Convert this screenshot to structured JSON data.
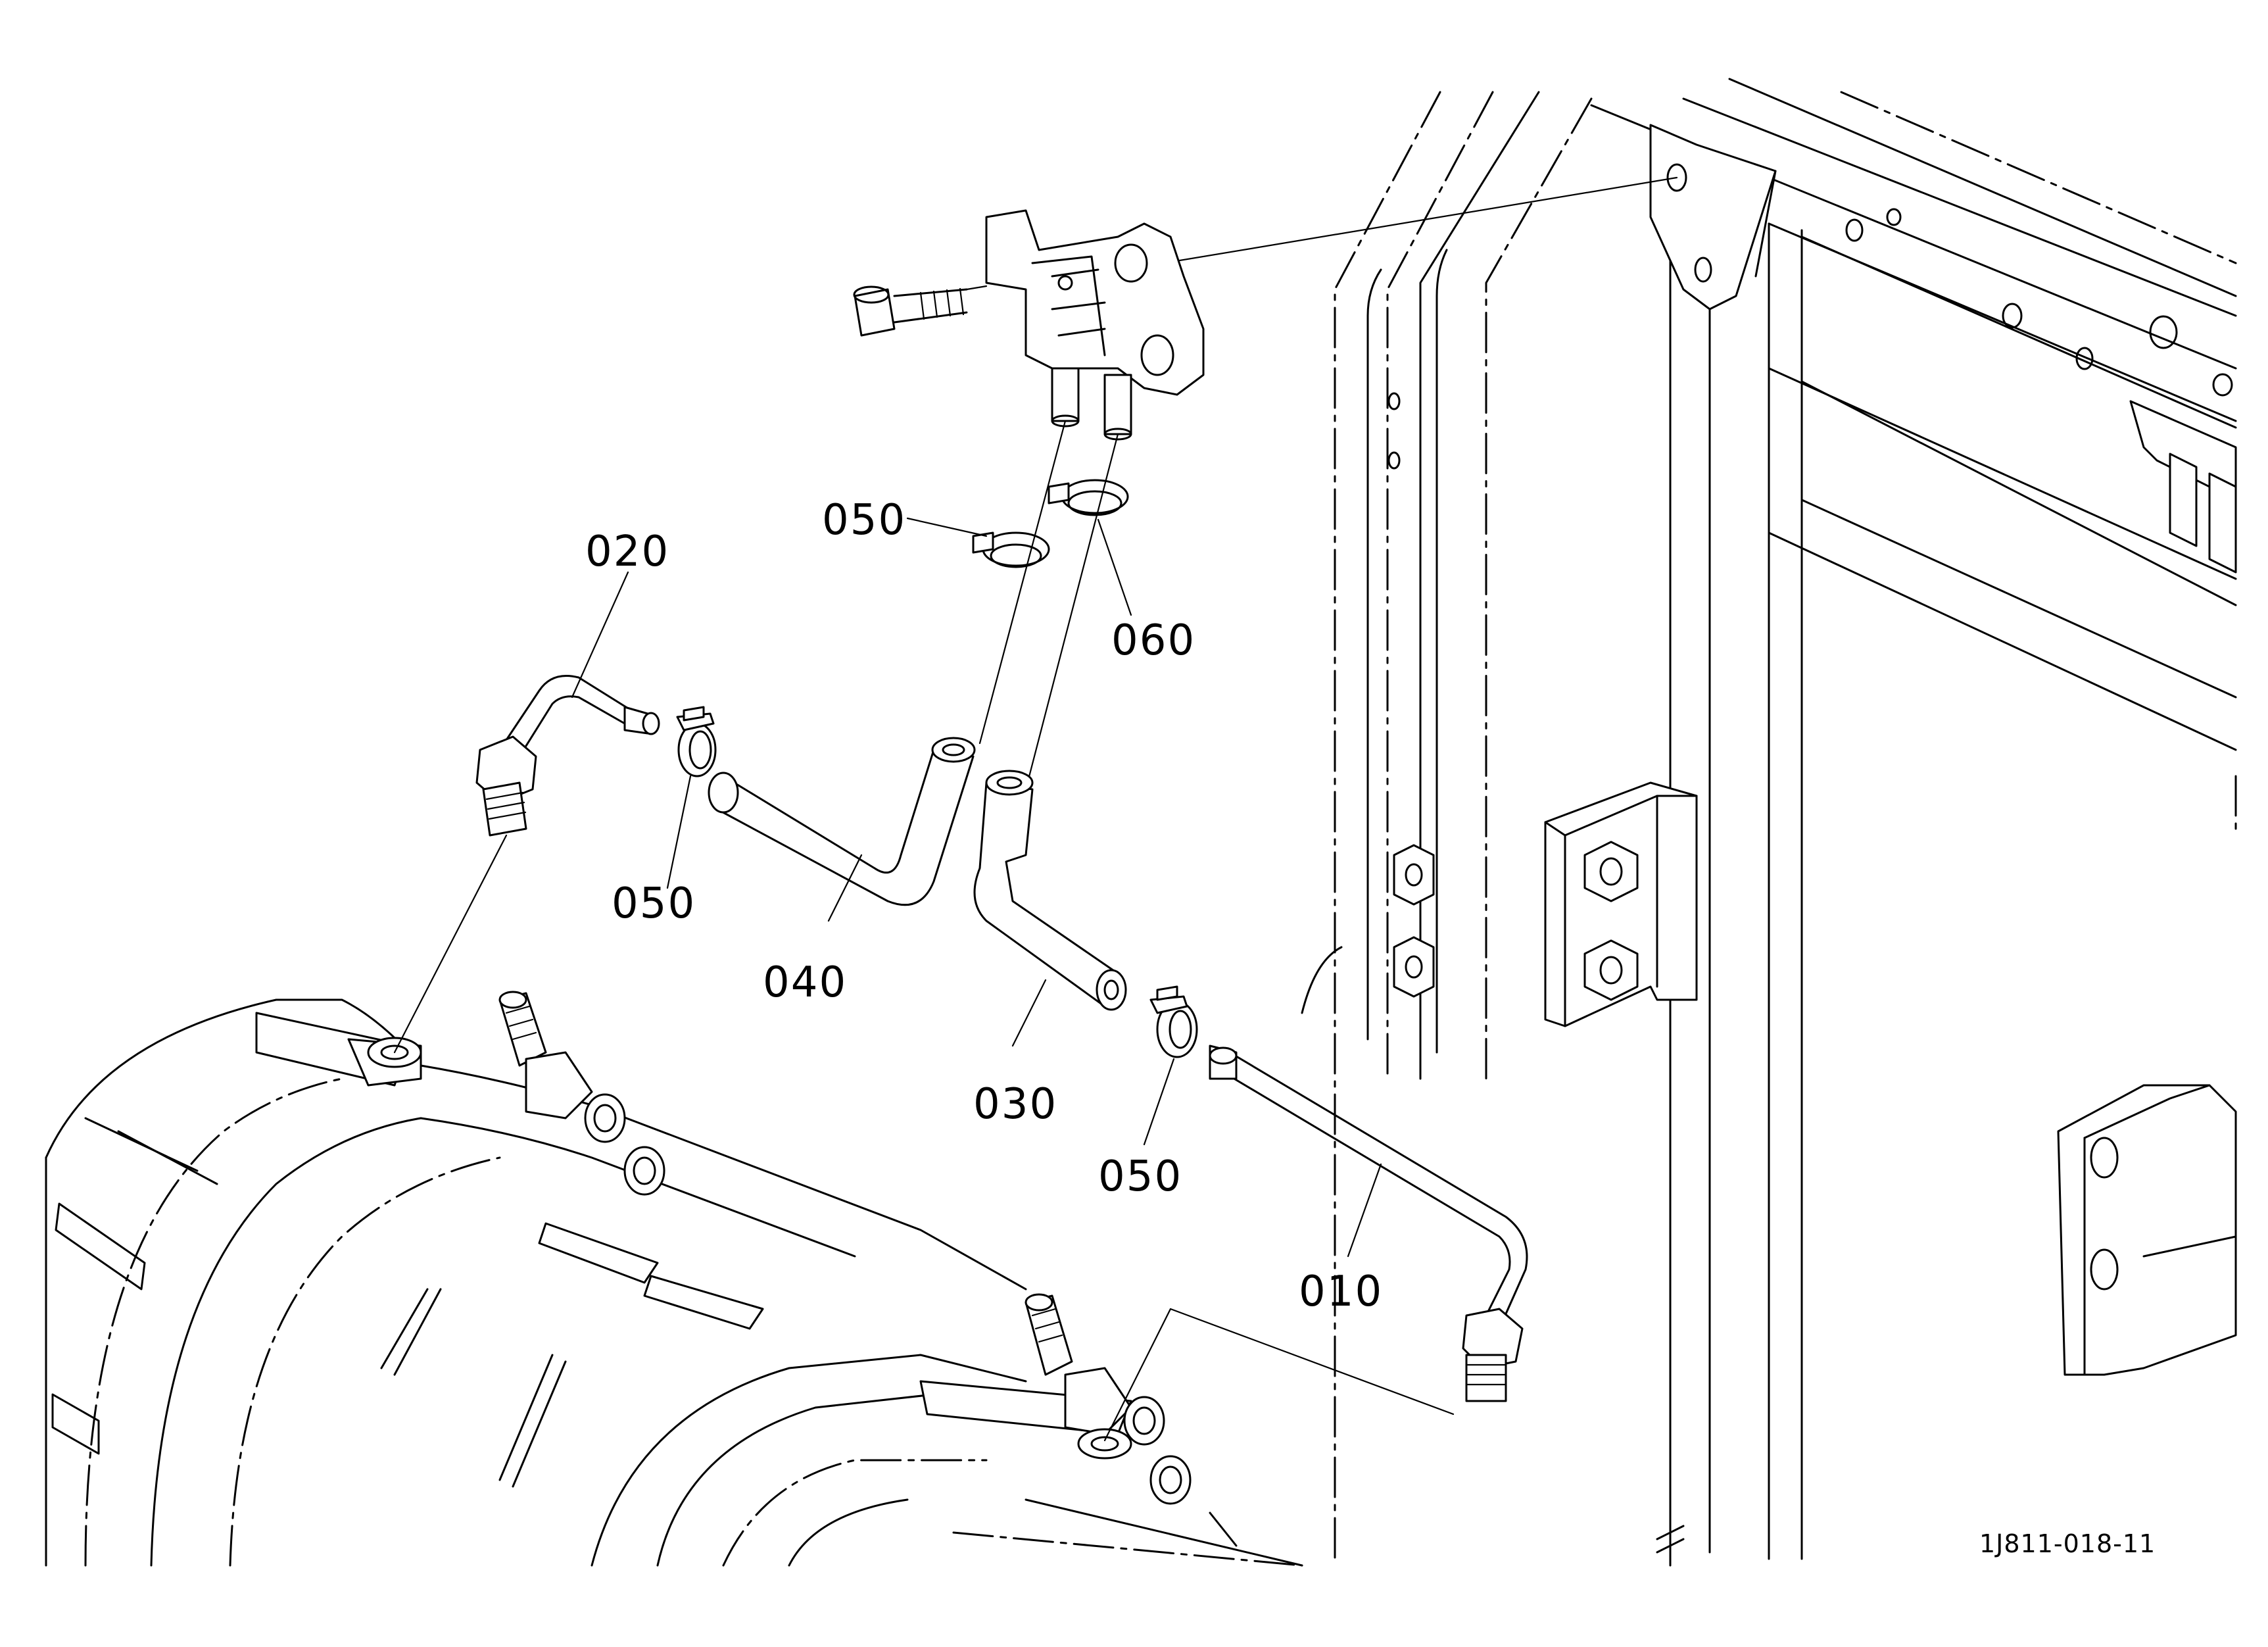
{
  "diagram": {
    "drawing_number": "1J811-018-11",
    "callouts": {
      "pipe_010": "010",
      "pipe_020": "020",
      "hose_030": "030",
      "hose_040": "040",
      "clamp_050_top": "050",
      "clamp_050_left": "050",
      "clamp_050_bottom": "050",
      "clamp_060": "060"
    }
  }
}
